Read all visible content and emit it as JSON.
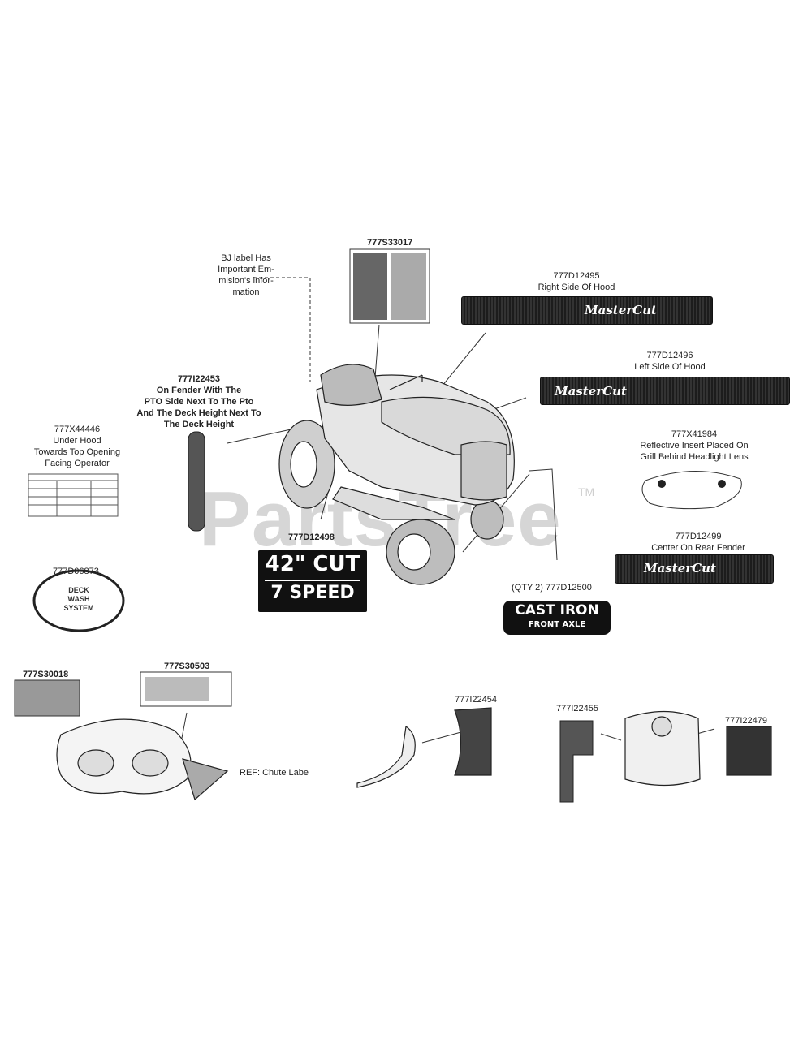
{
  "watermark": {
    "text": "PartsTree",
    "tm": "TM"
  },
  "labels": {
    "bj_label": [
      "BJ label Has",
      "Important Em-",
      "mision's infor-",
      "mation"
    ],
    "p777S33017": "777S33017",
    "p777D12495": "777D12495",
    "right_side_hood": "Right Side Of Hood",
    "p777D12496": "777D12496",
    "left_side_hood": "Left Side Of Hood",
    "p777I22453": "777I22453",
    "fender_note": [
      "On Fender With The",
      "PTO Side Next To The Pto",
      "And The Deck Height Next To",
      "The Deck Height"
    ],
    "p777X44446": "777X44446",
    "under_hood": [
      "Under Hood",
      "Towards Top Opening",
      "Facing Operator"
    ],
    "p777X41984": "777X41984",
    "reflective": [
      "Reflective Insert Placed On",
      "Grill Behind Headlight Lens"
    ],
    "p777D12498": "777D12498",
    "p777D12499": "777D12499",
    "rear_fender": "Center On Rear Fender",
    "p777D06873": "777D06873",
    "qty_777D12500": "(QTY 2) 777D12500",
    "p777S30018": "777S30018",
    "p777S30503": "777S30503",
    "chute": "REF: Chute Labe",
    "p777I22454": "777I22454",
    "p777I22455": "777I22455",
    "p777I22479": "777I22479"
  },
  "decals": {
    "mastercut": "MasterCut",
    "cut_42": "42\" CUT",
    "speed_7": "7 SPEED",
    "cast_iron": "CAST IRON",
    "front_axle": "FRONT AXLE",
    "deck_wash": [
      "DECK",
      "WASH",
      "SYSTEM"
    ]
  }
}
